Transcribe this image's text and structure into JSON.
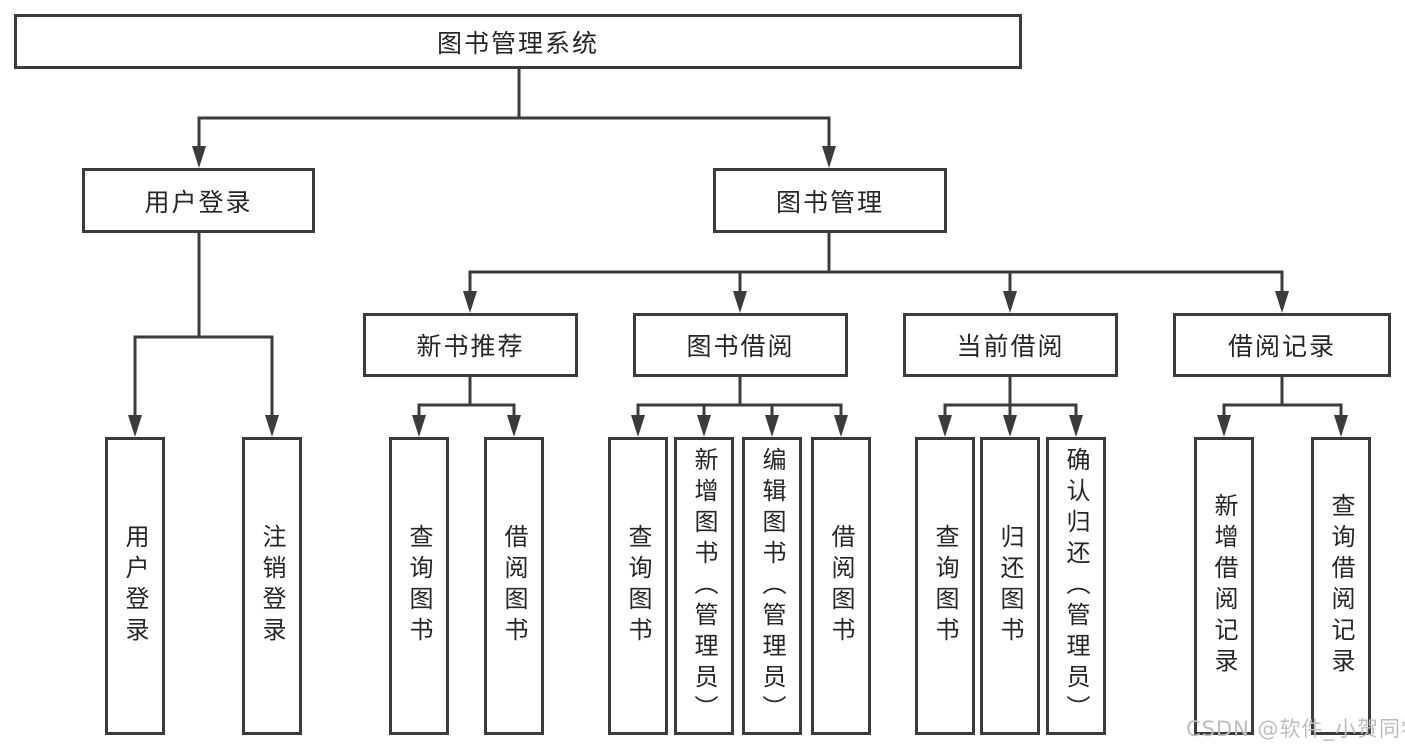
{
  "nodes": {
    "root": {
      "label": "图书管理系统"
    },
    "user_login": {
      "label": "用户登录"
    },
    "book_management": {
      "label": "图书管理"
    },
    "new_book_recommend": {
      "label": "新书推荐"
    },
    "book_borrow": {
      "label": "图书借阅"
    },
    "current_borrow": {
      "label": "当前借阅"
    },
    "borrow_record": {
      "label": "借阅记录"
    },
    "leaf_user_login": {
      "label": "用户登录"
    },
    "leaf_logout": {
      "label": "注销登录"
    },
    "leaf_query_book_1": {
      "label": "查询图书"
    },
    "leaf_borrow_book_1": {
      "label": "借阅图书"
    },
    "leaf_query_book_2": {
      "label": "查询图书"
    },
    "leaf_add_book_admin": {
      "label": "新增图书（管理员）"
    },
    "leaf_edit_book_admin": {
      "label": "编辑图书（管理员）"
    },
    "leaf_borrow_book_2": {
      "label": "借阅图书"
    },
    "leaf_query_book_3": {
      "label": "查询图书"
    },
    "leaf_return_book": {
      "label": "归还图书"
    },
    "leaf_confirm_return_admin": {
      "label": "确认归还（管理员）"
    },
    "leaf_add_borrow_record": {
      "label": "新增借阅记录"
    },
    "leaf_query_borrow_record": {
      "label": "查询借阅记录"
    }
  },
  "hierarchy": {
    "图书管理系统": {
      "用户登录": [
        "用户登录",
        "注销登录"
      ],
      "图书管理": {
        "新书推荐": [
          "查询图书",
          "借阅图书"
        ],
        "图书借阅": [
          "查询图书",
          "新增图书（管理员）",
          "编辑图书（管理员）",
          "借阅图书"
        ],
        "当前借阅": [
          "查询图书",
          "归还图书",
          "确认归还（管理员）"
        ],
        "借阅记录": [
          "新增借阅记录",
          "查询借阅记录"
        ]
      }
    }
  },
  "watermark": {
    "text": "CSDN @软件_小贺同学"
  },
  "colors": {
    "line": "#3b3b3b",
    "text": "#262626",
    "background": "#ffffff",
    "watermark": "#bdbdbd"
  }
}
